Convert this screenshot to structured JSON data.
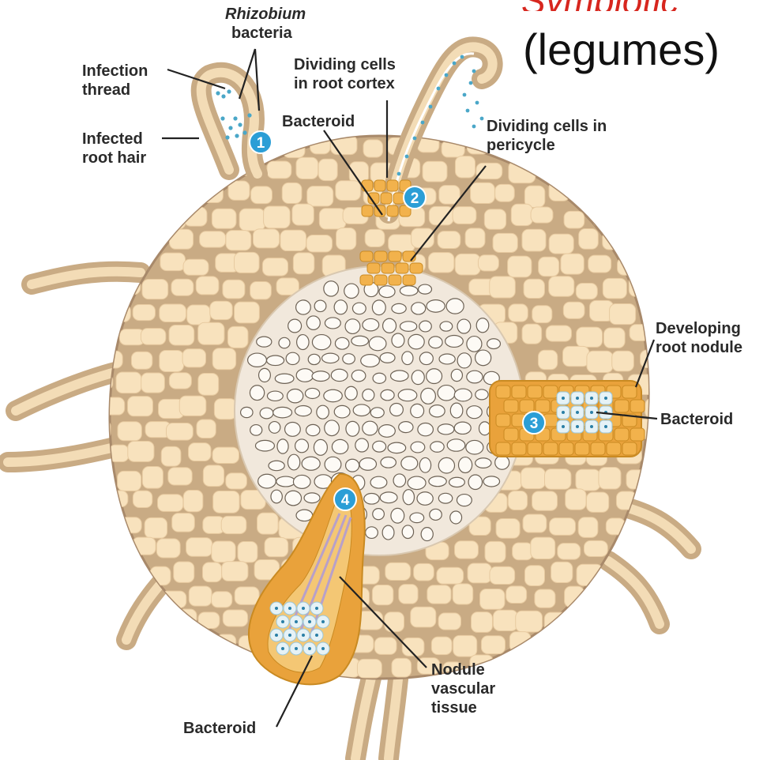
{
  "header": {
    "title_fragment": "Symbiotic",
    "subtitle": "(legumes)"
  },
  "labels": {
    "rhizobium": "Rhizobium",
    "bacteria": "bacteria",
    "infection_thread": [
      "Infection",
      "thread"
    ],
    "infected_root_hair": [
      "Infected",
      "root hair"
    ],
    "dividing_cortex": [
      "Dividing cells",
      "in root cortex"
    ],
    "bacteroid_top": "Bacteroid",
    "dividing_pericycle": [
      "Dividing cells in",
      "pericycle"
    ],
    "developing_nodule": [
      "Developing",
      "root nodule"
    ],
    "bacteroid_right": "Bacteroid",
    "nodule_vascular": [
      "Nodule",
      "vascular",
      "tissue"
    ],
    "bacteroid_bottom": "Bacteroid"
  },
  "steps": [
    "1",
    "2",
    "3",
    "4"
  ],
  "colors": {
    "matrix": "#c9ab84",
    "cell": "#f8e2bd",
    "stele_bg": "#f1e8dc",
    "stele_cell": "#fdfaf5",
    "dividing": "#f2b24c",
    "bacteroid": "#e6f2f6",
    "badge": "#2b9ed6",
    "title_red": "#d7261e"
  }
}
